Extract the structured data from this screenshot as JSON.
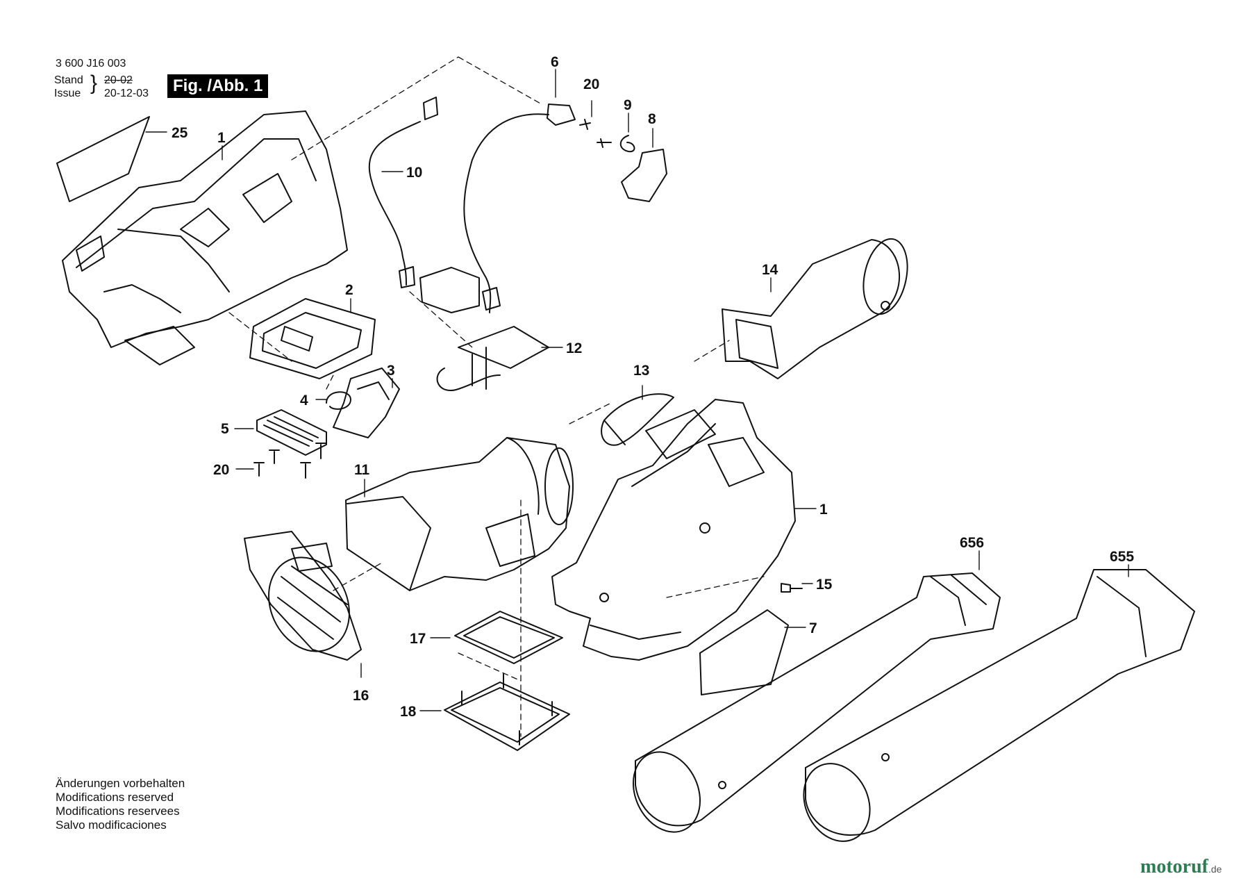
{
  "header": {
    "drawing_number": "3 600 J16 003",
    "stand_label": "Stand",
    "issue_label": "Issue",
    "stand_date": "20-02",
    "issue_date": "20-12-03",
    "figure_label": "Fig. /Abb. 1"
  },
  "callouts": {
    "c25": "25",
    "c1a": "1",
    "c6": "6",
    "c20a": "20",
    "c9": "9",
    "c8": "8",
    "c10": "10",
    "c14": "14",
    "c2": "2",
    "c12": "12",
    "c3": "3",
    "c13": "13",
    "c4": "4",
    "c5": "5",
    "c20b": "20",
    "c11": "11",
    "c1b": "1",
    "c656": "656",
    "c655": "655",
    "c15": "15",
    "c7": "7",
    "c17": "17",
    "c16": "16",
    "c18": "18"
  },
  "notes": {
    "de": "Änderungen vorbehalten",
    "en": "Modifications reserved",
    "fr": "Modifications reservees",
    "es": "Salvo modificaciones"
  },
  "watermark": {
    "brand": "motoruf",
    "tld": ".de"
  }
}
